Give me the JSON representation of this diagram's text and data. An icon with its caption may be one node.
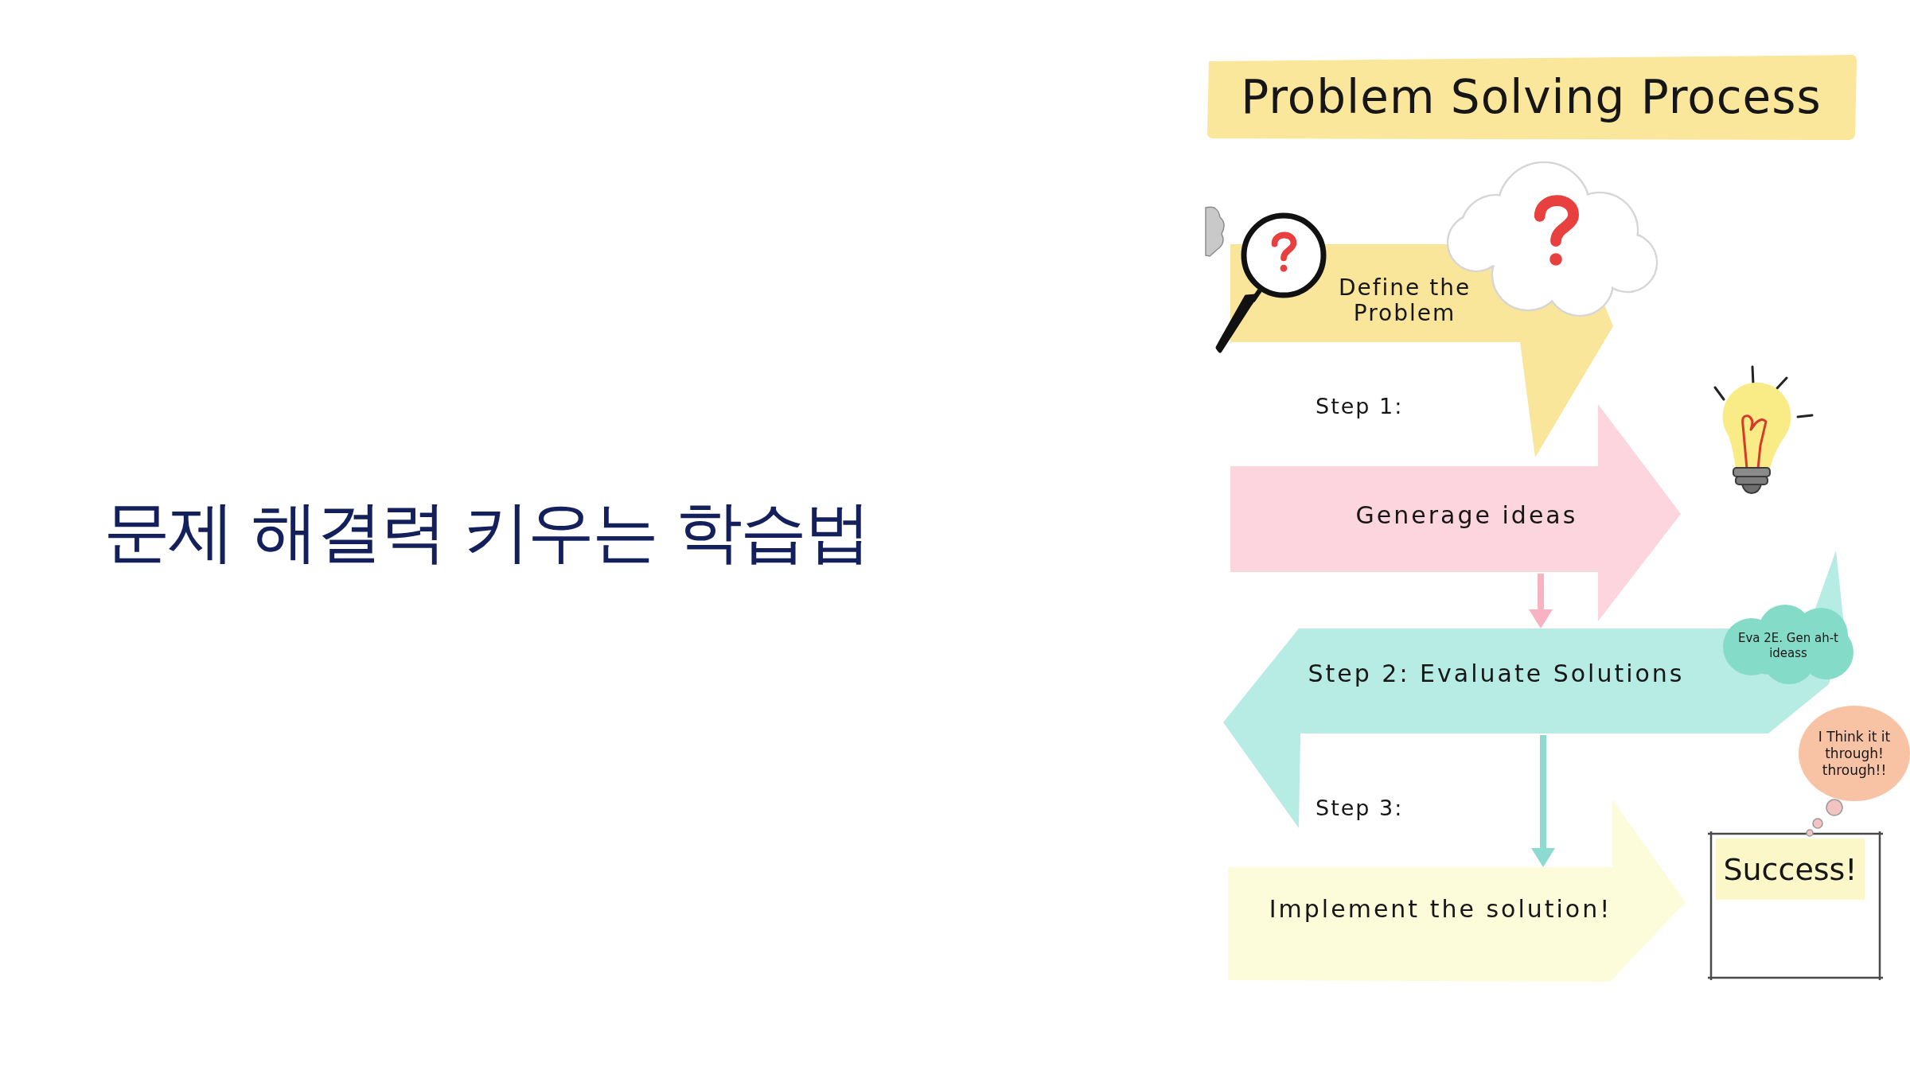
{
  "diagram": {
    "title": "문제 해결력 키우는 학습법",
    "nodes": [
      {
        "text": [
          "Problem Solving Process"
        ]
      },
      {
        "text": [
          "Define the Problem"
        ]
      },
      {
        "text": [
          "Generage ideas"
        ]
      },
      {
        "text": [
          "Step 2: Evaluate Solutions"
        ]
      },
      {
        "text": [
          "Eva 2E. Gen ah-t ideass"
        ]
      },
      {
        "text": [
          "I Think it it through! through!!"
        ]
      },
      {
        "text": [
          "Implement the solution!"
        ]
      },
      {
        "text": [
          "Success!"
        ]
      }
    ],
    "edges": [
      {
        "from": 2,
        "to": 3,
        "arrow": "to",
        "color": "#f7b3c2"
      },
      {
        "from": 3,
        "to": 6,
        "arrow": "to",
        "color": "#8ddbd0"
      }
    ],
    "labels": [
      "Step 1:",
      "Step 3:"
    ]
  }
}
